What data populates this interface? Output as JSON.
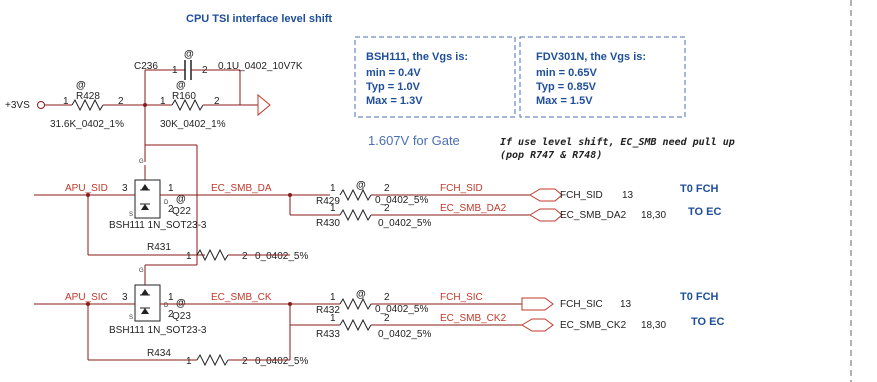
{
  "title": "CPU TSI interface level shift",
  "notes": {
    "bsh111": [
      "BSH111, the Vgs is:",
      "min = 0.4V",
      "Typ = 1.0V",
      "Max = 1.3V"
    ],
    "fdv301n": [
      "FDV301N, the Vgs is:",
      "min = 0.65V",
      "Typ = 0.85V",
      "Max = 1.5V"
    ],
    "gate_voltage": "1.607V for Gate",
    "level_shift": [
      "If use level shift, EC_SMB need pull up",
      "(pop R747 & R748)"
    ]
  },
  "power": {
    "rail": "+3VS"
  },
  "capacitor": {
    "ref": "C236",
    "pin1": "1",
    "pin2": "2",
    "value": "0.1U_0402_10V7K",
    "marker": "@"
  },
  "resistors": {
    "r428": {
      "ref": "R428",
      "pin1": "1",
      "pin2": "2",
      "value": "31.6K_0402_1%",
      "marker": "@"
    },
    "r160": {
      "ref": "R160",
      "pin1": "1",
      "pin2": "2",
      "value": "30K_0402_1%",
      "marker": "@"
    },
    "r429": {
      "ref": "R429",
      "pin1": "1",
      "pin2": "2",
      "value": "0_0402_5%",
      "marker": "@"
    },
    "r430": {
      "ref": "R430",
      "pin1": "1",
      "pin2": "2",
      "value": "0_0402_5%"
    },
    "r431": {
      "ref": "R431",
      "pin1": "1",
      "pin2": "2",
      "value": "0_0402_5%"
    },
    "r432": {
      "ref": "R432",
      "pin1": "1",
      "pin2": "2",
      "value": "0_0402_5%",
      "marker": "@"
    },
    "r433": {
      "ref": "R433",
      "pin1": "1",
      "pin2": "2",
      "value": "0_0402_5%"
    },
    "r434": {
      "ref": "R434",
      "pin1": "1",
      "pin2": "2",
      "value": "0_0402_5%"
    }
  },
  "transistors": {
    "q22": {
      "ref": "Q22",
      "part": "BSH111 1N_SOT23-3",
      "pin_s": "3",
      "pin_d": "1",
      "pin_g": "2",
      "marker": "@"
    },
    "q23": {
      "ref": "Q23",
      "part": "BSH111 1N_SOT23-3",
      "pin_s": "3",
      "pin_d": "1",
      "pin_g": "2",
      "marker": "@"
    }
  },
  "nets": {
    "apu_sid": "APU_SID",
    "ec_smb_da": "EC_SMB_DA",
    "fch_sid_wire": "FCH_SID",
    "ec_smb_da2_wire": "EC_SMB_DA2",
    "apu_sic": "APU_SIC",
    "ec_smb_ck": "EC_SMB_CK",
    "fch_sic_wire": "FCH_SIC",
    "ec_smb_ck2_wire": "EC_SMB_CK2"
  },
  "ports": {
    "fch_sid": {
      "name": "FCH_SID",
      "page": "13",
      "dest": "T0 FCH"
    },
    "ec_smb_da2": {
      "name": "EC_SMB_DA2",
      "page": "18,30",
      "dest": "TO EC"
    },
    "fch_sic": {
      "name": "FCH_SIC",
      "page": "13",
      "dest": "T0 FCH"
    },
    "ec_smb_ck2": {
      "name": "EC_SMB_CK2",
      "page": "18,30",
      "dest": "TO EC"
    }
  },
  "colors": {
    "wire": "#8b1a1a",
    "component": "#222222",
    "note_border": "#4a6fb5",
    "note_text": "#1f4e9a",
    "net_label": "#c0392b"
  }
}
